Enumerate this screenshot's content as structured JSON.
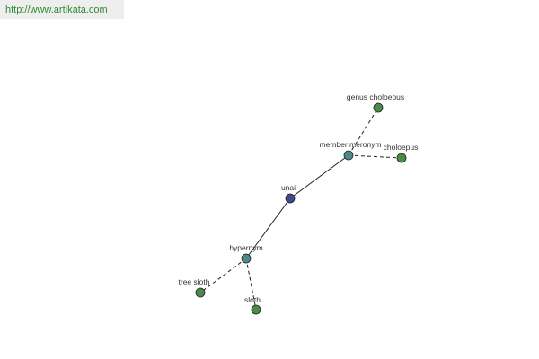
{
  "header": {
    "url": "http://www.artikata.com"
  },
  "graph": {
    "nodes": {
      "unai": {
        "label": "unai",
        "color": "#3a4a8a"
      },
      "member_meronym": {
        "label": "member meronym",
        "color": "#4a8a8a"
      },
      "genus_choloepus": {
        "label": "genus choloepus",
        "color": "#4a8a4a"
      },
      "choloepus": {
        "label": "choloepus",
        "color": "#4a8a4a"
      },
      "hypernym": {
        "label": "hypernym",
        "color": "#4a8a8a"
      },
      "tree_sloth": {
        "label": "tree sloth",
        "color": "#4a8a4a"
      },
      "sloth": {
        "label": "sloth",
        "color": "#4a8a4a"
      }
    },
    "edges": [
      {
        "from": "unai",
        "to": "member_meronym",
        "style": "solid"
      },
      {
        "from": "unai",
        "to": "hypernym",
        "style": "solid"
      },
      {
        "from": "member_meronym",
        "to": "genus_choloepus",
        "style": "dashed"
      },
      {
        "from": "member_meronym",
        "to": "choloepus",
        "style": "dashed"
      },
      {
        "from": "hypernym",
        "to": "tree_sloth",
        "style": "dashed"
      },
      {
        "from": "hypernym",
        "to": "sloth",
        "style": "dashed"
      }
    ]
  }
}
